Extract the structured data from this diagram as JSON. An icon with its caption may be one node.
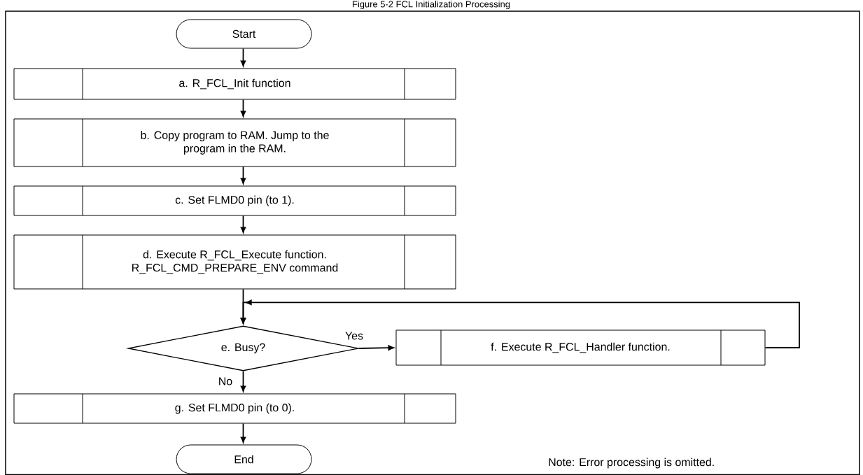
{
  "diagram": {
    "title": "Figure 5-2 FCL Initialization Processing",
    "nodes": [
      {
        "text": [
          "Start"
        ]
      },
      {
        "text": [
          "a.  R_FCL_Init function"
        ]
      },
      {
        "text": [
          "b.  Copy program to RAM. Jump to the program in the RAM."
        ]
      },
      {
        "text": [
          "c.  Set FLMD0 pin (to 1)."
        ]
      },
      {
        "text": [
          "d.  Execute R_FCL_Execute function. R_FCL_CMD_PREPARE_ENV command"
        ]
      },
      {
        "text": [
          "e.  Busy?"
        ]
      },
      {
        "text": [
          "f. Execute R_FCL_Handler function."
        ]
      },
      {
        "text": [
          "g.  Set FLMD0 pin (to 0)."
        ]
      },
      {
        "text": [
          "End"
        ]
      }
    ],
    "edges": [
      {
        "from": 0,
        "to": 1,
        "arrow": "to"
      },
      {
        "from": 1,
        "to": 2,
        "arrow": "to"
      },
      {
        "from": 2,
        "to": 3,
        "arrow": "to"
      },
      {
        "from": 3,
        "to": 4,
        "arrow": "to"
      },
      {
        "from": 4,
        "to": 5,
        "arrow": "to"
      },
      {
        "from": 5,
        "to": 6,
        "arrow": "to",
        "label": "Yes"
      },
      {
        "from": 6,
        "to": 5,
        "arrow": "to"
      },
      {
        "from": 5,
        "to": 7,
        "arrow": "to",
        "label": "No"
      },
      {
        "from": 7,
        "to": 8,
        "arrow": "to"
      }
    ],
    "labels": [
      "Note:  Error processing is omitted."
    ]
  }
}
